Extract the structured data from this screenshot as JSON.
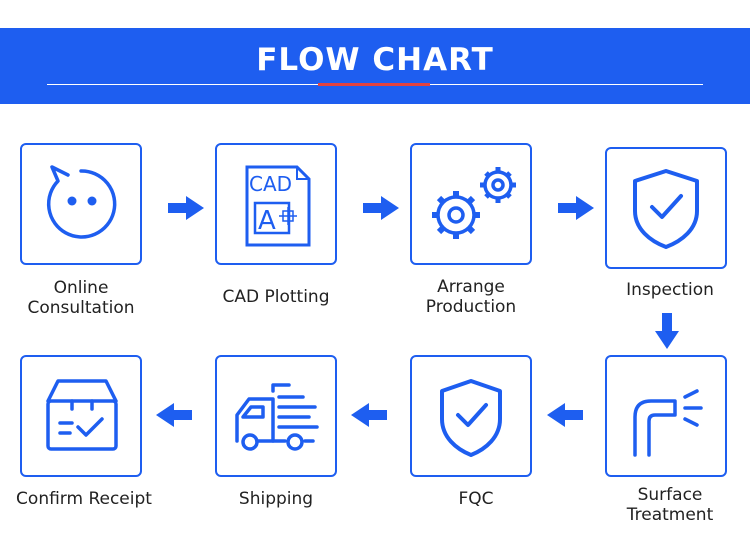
{
  "header": {
    "title": "FLOW CHART"
  },
  "accent_color": "#1e5ef0",
  "steps": [
    {
      "label": "Online\nConsultation",
      "icon": "chat-bubble-icon"
    },
    {
      "label": "CAD Plotting",
      "icon": "cad-file-icon"
    },
    {
      "label": "Arrange\nProduction",
      "icon": "gears-icon"
    },
    {
      "label": "Inspection",
      "icon": "shield-check-icon"
    },
    {
      "label": "Surface\nTreatment",
      "icon": "spray-pipe-icon"
    },
    {
      "label": "FQC",
      "icon": "shield-check-icon"
    },
    {
      "label": "Shipping",
      "icon": "delivery-truck-icon"
    },
    {
      "label": "Confirm Receipt",
      "icon": "check-box-icon"
    }
  ],
  "cad_icon_text": {
    "top": "CAD",
    "letter": "A"
  }
}
